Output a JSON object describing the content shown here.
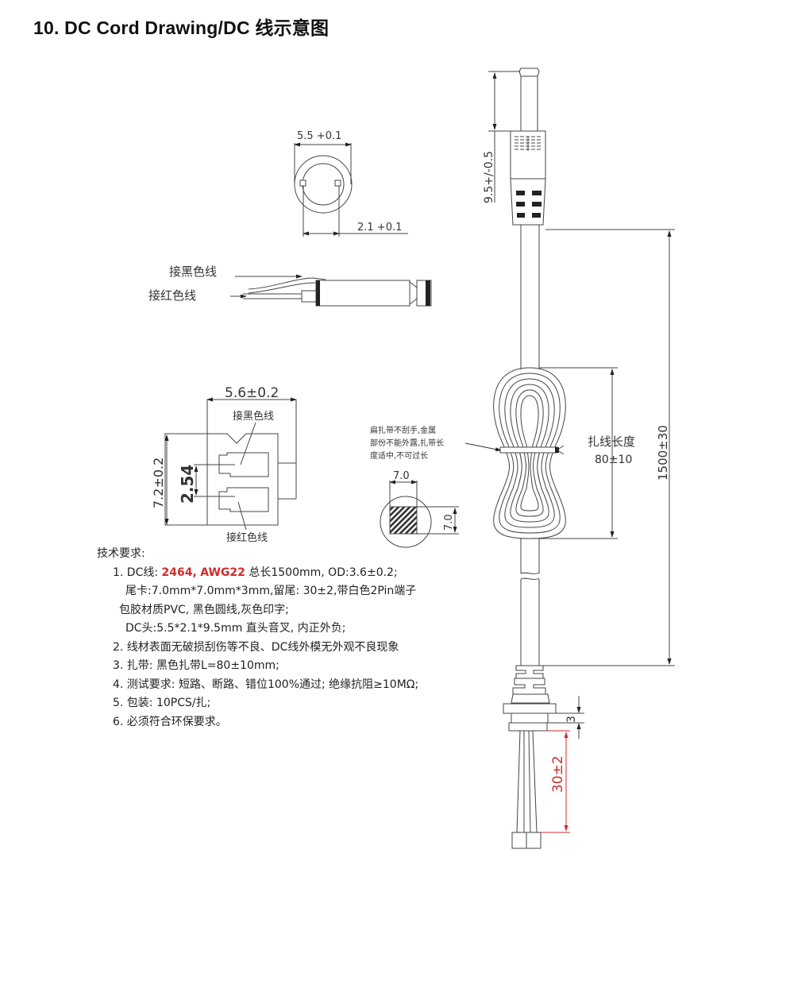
{
  "title": "10. DC Cord Drawing/DC 线示意图",
  "colors": {
    "line": "#333333",
    "dimension_red": "#d42a2a",
    "highlight_red": "#d42a2a"
  },
  "plug_face_view": {
    "outer_diameter_label": "5.5 +0.1",
    "inner_diameter_label": "2.1 +0.1"
  },
  "plug_side_view": {
    "black_wire_label": "接黑色线",
    "red_wire_label": "接红色线"
  },
  "connector_view": {
    "width_label": "5.6±0.2",
    "height_label": "7.2±0.2",
    "pitch_label": "2.54",
    "black_wire_label": "接黑色线",
    "red_wire_label": "接红色线"
  },
  "tie_note": [
    "扁扎带不刮手,金属",
    "部份不能外露,扎带长",
    "度适中,不可过长"
  ],
  "tail_section": {
    "width_label": "7.0",
    "height_label": "7.0"
  },
  "cord_view": {
    "plug_length_label": "9.5+/-0.5",
    "bundle_length_label": "扎线长度",
    "bundle_length_value": "80±10",
    "total_length_label": "1500±30",
    "tail_thickness_label": "3",
    "lead_length_label": "30±2"
  },
  "requirements": {
    "heading": "技术要求:",
    "item1": {
      "prefix": "1. DC线:",
      "cable_type": "2464",
      "sep": ",",
      "gauge": "AWG22",
      "rest": " 总长1500mm, OD:3.6±0.2;"
    },
    "item1_line2": "尾卡:7.0mm*7.0mm*3mm,留尾: 30±2,带白色2Pin端子",
    "item1_line3": "包胶材质PVC, 黑色圆线,灰色印字;",
    "item1_line4": "DC头:5.5*2.1*9.5mm 直头音叉, 内正外负;",
    "item2": "2. 线材表面无破损刮伤等不良、DC线外模无外观不良现象",
    "item3": "3. 扎带: 黑色扎带L=80±10mm;",
    "item4": "4. 测试要求: 短路、断路、错位100%通过; 绝缘抗阻≥10MΩ;",
    "item5": "5. 包装: 10PCS/扎;",
    "item6": "6. 必须符合环保要求。"
  }
}
